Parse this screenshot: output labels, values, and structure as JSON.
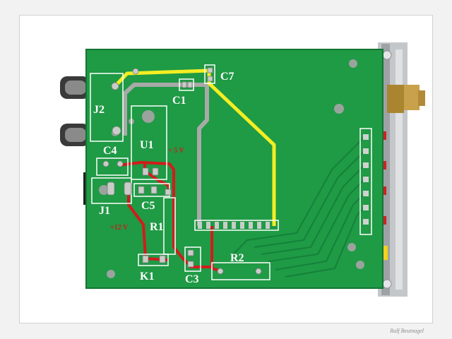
{
  "photo": {
    "subject": "green printed circuit board, bottom side, with hand-drawn trace highlights",
    "credit": "Ralf Beutnagel"
  },
  "labels": {
    "j2": "J2",
    "c1": "C1",
    "c7": "C7",
    "c4": "C4",
    "u1": "U1",
    "plus5v": "+ 5 V",
    "c5": "C5",
    "j1": "J1",
    "r1": "R1",
    "plus12v": "+12 V",
    "r2": "R2",
    "k1": "K1",
    "c3": "C3"
  },
  "colors": {
    "board": "#1f9a45",
    "trace_yellow": "#f4ee22",
    "trace_red": "#d11c1c",
    "trace_gray": "#a8aaa8",
    "silkscreen": "#ffffff",
    "bracket": "#b9bcbf"
  }
}
